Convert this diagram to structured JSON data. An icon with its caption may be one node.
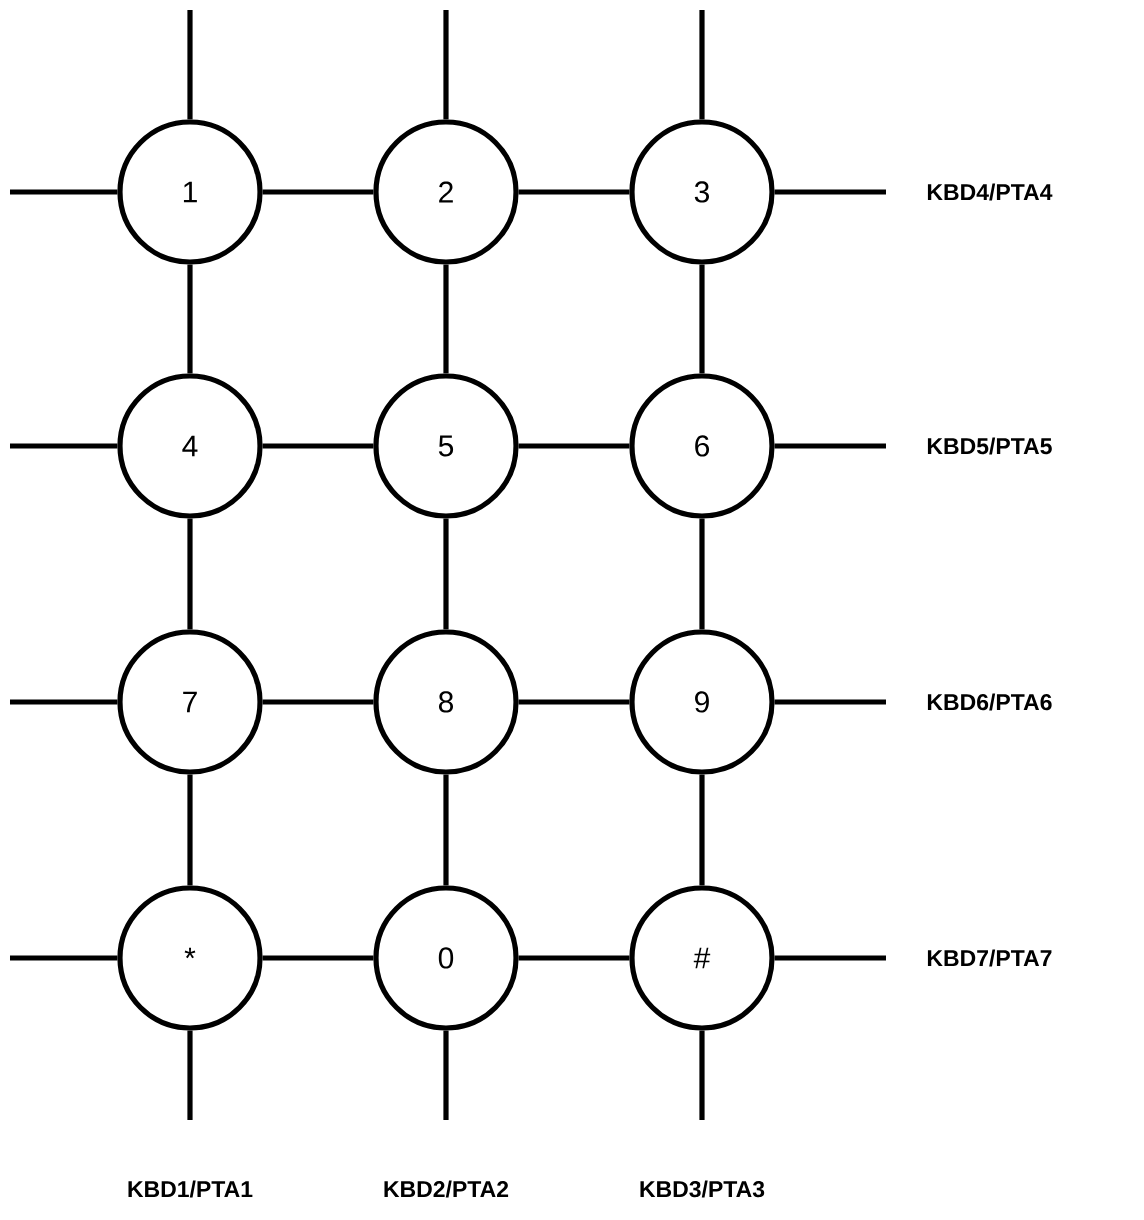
{
  "diagram": {
    "nodes": [
      {
        "text": [
          "1"
        ]
      },
      {
        "text": [
          "2"
        ]
      },
      {
        "text": [
          "3"
        ]
      },
      {
        "text": [
          "4"
        ]
      },
      {
        "text": [
          "5"
        ]
      },
      {
        "text": [
          "6"
        ]
      },
      {
        "text": [
          "7"
        ]
      },
      {
        "text": [
          "8"
        ]
      },
      {
        "text": [
          "9"
        ]
      },
      {
        "text": [
          "*"
        ]
      },
      {
        "text": [
          "0"
        ]
      },
      {
        "text": [
          "#"
        ]
      },
      {
        "text": [
          "KBD4/PTA4"
        ]
      },
      {
        "text": [
          "KBD5/PTA5"
        ]
      },
      {
        "text": [
          "KBD6/PTA6"
        ]
      },
      {
        "text": [
          "KBD7/PTA7"
        ]
      },
      {
        "text": [
          "KBD1/PTA1"
        ]
      },
      {
        "text": [
          "KBD2/PTA2"
        ]
      },
      {
        "text": [
          "KBD3/PTA3"
        ]
      }
    ],
    "edges": [
      {
        "from": null,
        "to": 0,
        "arrow": "none"
      },
      {
        "from": 0,
        "to": 1,
        "arrow": "none"
      },
      {
        "from": 1,
        "to": 2,
        "arrow": "none"
      },
      {
        "from": 2,
        "to": 12,
        "arrow": "none"
      },
      {
        "from": null,
        "to": 3,
        "arrow": "none"
      },
      {
        "from": 3,
        "to": 4,
        "arrow": "none"
      },
      {
        "from": 4,
        "to": 5,
        "arrow": "none"
      },
      {
        "from": 5,
        "to": 13,
        "arrow": "none"
      },
      {
        "from": null,
        "to": 6,
        "arrow": "none"
      },
      {
        "from": 6,
        "to": 7,
        "arrow": "none"
      },
      {
        "from": 7,
        "to": 8,
        "arrow": "none"
      },
      {
        "from": 8,
        "to": 14,
        "arrow": "none"
      },
      {
        "from": null,
        "to": 9,
        "arrow": "none"
      },
      {
        "from": 9,
        "to": 10,
        "arrow": "none"
      },
      {
        "from": 10,
        "to": 11,
        "arrow": "none"
      },
      {
        "from": 11,
        "to": 15,
        "arrow": "none"
      },
      {
        "from": null,
        "to": 0,
        "arrow": "none"
      },
      {
        "from": 0,
        "to": 3,
        "arrow": "none"
      },
      {
        "from": 3,
        "to": 6,
        "arrow": "none"
      },
      {
        "from": 6,
        "to": 9,
        "arrow": "none"
      },
      {
        "from": 9,
        "to": 16,
        "arrow": "none"
      },
      {
        "from": null,
        "to": 1,
        "arrow": "none"
      },
      {
        "from": 1,
        "to": 4,
        "arrow": "none"
      },
      {
        "from": 4,
        "to": 7,
        "arrow": "none"
      },
      {
        "from": 7,
        "to": 10,
        "arrow": "none"
      },
      {
        "from": 10,
        "to": 17,
        "arrow": "none"
      },
      {
        "from": null,
        "to": 2,
        "arrow": "none"
      },
      {
        "from": 2,
        "to": 5,
        "arrow": "none"
      },
      {
        "from": 5,
        "to": 8,
        "arrow": "none"
      },
      {
        "from": 8,
        "to": 11,
        "arrow": "none"
      },
      {
        "from": 11,
        "to": 18,
        "arrow": "none"
      }
    ]
  }
}
